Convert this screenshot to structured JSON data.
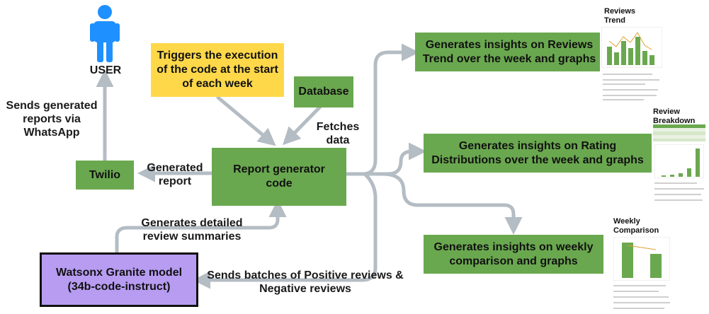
{
  "user": {
    "label": "USER",
    "icon": "person-icon",
    "color": "#1e90ff"
  },
  "labels": {
    "sends_whatsapp": "Sends generated reports via WhatsApp",
    "fetches_data": "Fetches data",
    "generated_report": "Generated report",
    "generates_summaries": "Generates detailed review summaries",
    "sends_batches": "Sends batches of Positive reviews & Negative reviews"
  },
  "nodes": {
    "trigger": "Triggers the execution of the code at the start of each week",
    "database": "Database",
    "report_generator": "Report generator code",
    "twilio": "Twilio",
    "watsonx": "Watsonx Granite model (34b-code-instruct)",
    "insight_reviews": "Generates insights on Reviews Trend over the week and graphs",
    "insight_ratings": "Generates insights on Rating Distributions over the week and graphs",
    "insight_weekly": "Generates insights on weekly comparison and graphs"
  },
  "thumbnails": {
    "reviews_trend": {
      "title": "Reviews Trend"
    },
    "review_breakdown": {
      "title": "Review Breakdown"
    },
    "weekly_comparison": {
      "title": "Weekly Comparison"
    }
  },
  "colors": {
    "green": "#6aa84f",
    "yellow": "#ffd84a",
    "purple": "#b79cf2",
    "arrow": "#b4bcc4"
  }
}
